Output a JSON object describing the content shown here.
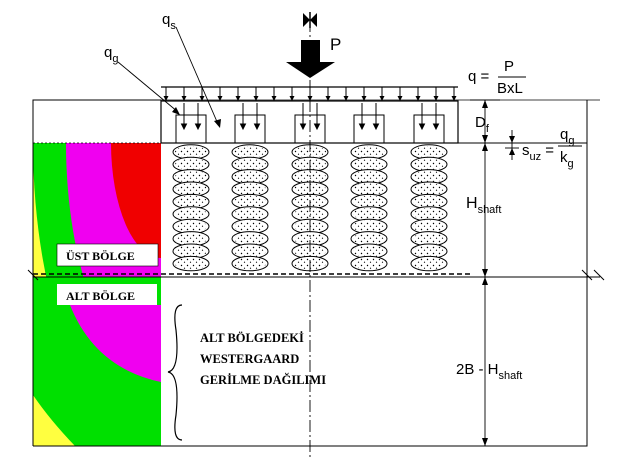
{
  "labels": {
    "load": "P",
    "shaft_friction": "q",
    "shaft_friction_sub": "s",
    "base_stress": "q",
    "base_stress_sub": "g",
    "pressure_lhs": "q =",
    "pressure_num": "P",
    "pressure_den": "BxL",
    "depth": "D",
    "depth_sub": "f",
    "settle_s": "s",
    "settle_sub": "uz",
    "settle_eq": "=",
    "settle_num_q": "q",
    "settle_num_sub": "g",
    "settle_den_k": "k",
    "settle_den_sub": "g",
    "hshaft": "H",
    "hshaft_sub": "shaft",
    "lower_dim": "2B - H",
    "lower_dim_sub": "shaft"
  },
  "zones": {
    "upper": "ÜST BÖLGE",
    "lower": "ALT BÖLGE",
    "note_line1": "ALT BÖLGEDEKİ",
    "note_line2": "WESTERGAARD",
    "note_line3": "GERİLME DAĞILIMI"
  },
  "colors": {
    "green": "#00e000",
    "magenta": "#f000f0",
    "red": "#f00000",
    "yellow": "#ffff40",
    "shaft_fill": "#ffffff",
    "line": "#000000"
  }
}
